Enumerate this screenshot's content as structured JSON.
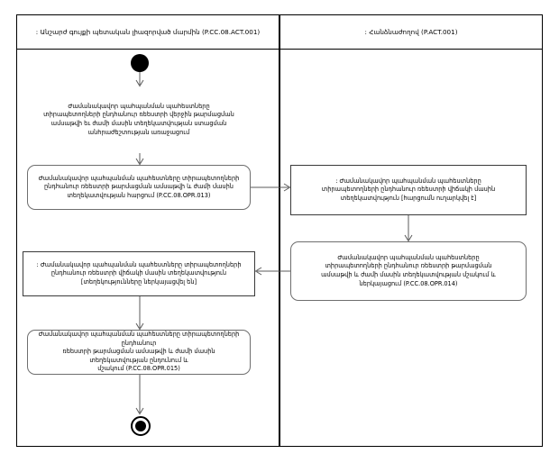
{
  "diagram": {
    "type": "uml-activity-diagram",
    "title_visible": false
  },
  "lanes": [
    {
      "id": "left",
      "header": ": Անշարժ գույքի պետական լիազորված մարմին (P.CC.08.ACT.001)"
    },
    {
      "id": "right",
      "header": ": Հանձնաժողով (P.ACT.001)"
    }
  ],
  "nodes": {
    "start": {
      "name": "initial-node",
      "shape": "filled-circle"
    },
    "end": {
      "name": "final-node",
      "shape": "bullseye"
    },
    "trigger": {
      "lane": "left",
      "shape": "signal-receipt-pentagon",
      "lines": [
        "Ժամանակավոր պահպանման պահեստները",
        "տիրապետողների ընդհանուր ռեեստրի վերջին թարմացման",
        "ամսաթվի եւ ժամի մասին տեղեկատվության ստացման",
        "անհրաժեշտության առաջացում"
      ]
    },
    "a1": {
      "lane": "left",
      "shape": "rounded-rect",
      "lines": [
        "Ժամանակավոր պահպանման պահեստները տիրապետողների",
        "ընդհանուր ռեեստրի թարմացման ամսաթվի և ժամի մասին",
        "տեղեկատվության հարցում (P.CC.08.OPR.013)"
      ],
      "code": "P.CC.08.OPR.013"
    },
    "a2": {
      "lane": "left",
      "shape": "rect",
      "lines": [
        ": Ժամանակավոր պահպանման պահեստները տիրապետողների",
        "ընդհանուր ռեեստրի վիճակի մասին տեղեկատվություն",
        "[տեղեկությունները ներկայացվել են]"
      ],
      "guard": "[տեղեկությունները ներկայացվել են]"
    },
    "a3": {
      "lane": "left",
      "shape": "rounded-rect",
      "lines": [
        "Ժամանակավոր պահպանման պահեստները տիրապետողների ընդհանուր",
        "ռեեստրի թարմացման ամսաթվի և ժամի մասին տեղեկատվության ընդունում և",
        "մշակում (P.CC.08.OPR.015)"
      ],
      "code": "P.CC.08.OPR.015"
    },
    "b1": {
      "lane": "right",
      "shape": "rect",
      "lines": [
        ": Ժամանակավոր պահպանման պահեստները",
        "տիրապետողների ընդհանուր ռեեստրի վիճակի մասին",
        "տեղեկատվություն [հարցումն ուղարկվել է]"
      ],
      "guard": "[հարցումն ուղարկվել է]"
    },
    "b2": {
      "lane": "right",
      "shape": "rounded-rect",
      "lines": [
        "Ժամանակավոր պահպանման պահեստները",
        "տիրապետողների ընդհանուր ռեեստրի թարմացման",
        "ամսաթվի և ժամի մասին տեղեկատվության մշակում և",
        "ներկայացում (P.CC.08.OPR.014)"
      ],
      "code": "P.CC.08.OPR.014"
    }
  },
  "edges": [
    {
      "from": "start",
      "to": "trigger"
    },
    {
      "from": "trigger",
      "to": "a1"
    },
    {
      "from": "a1",
      "to": "b1"
    },
    {
      "from": "b1",
      "to": "b2"
    },
    {
      "from": "b2",
      "to": "a2"
    },
    {
      "from": "a2",
      "to": "a3"
    },
    {
      "from": "a3",
      "to": "end"
    }
  ],
  "colors": {
    "stroke": "#000000",
    "node_stroke": "#6e6e6e",
    "edge": "#5b5b5b",
    "background": "#ffffff"
  }
}
